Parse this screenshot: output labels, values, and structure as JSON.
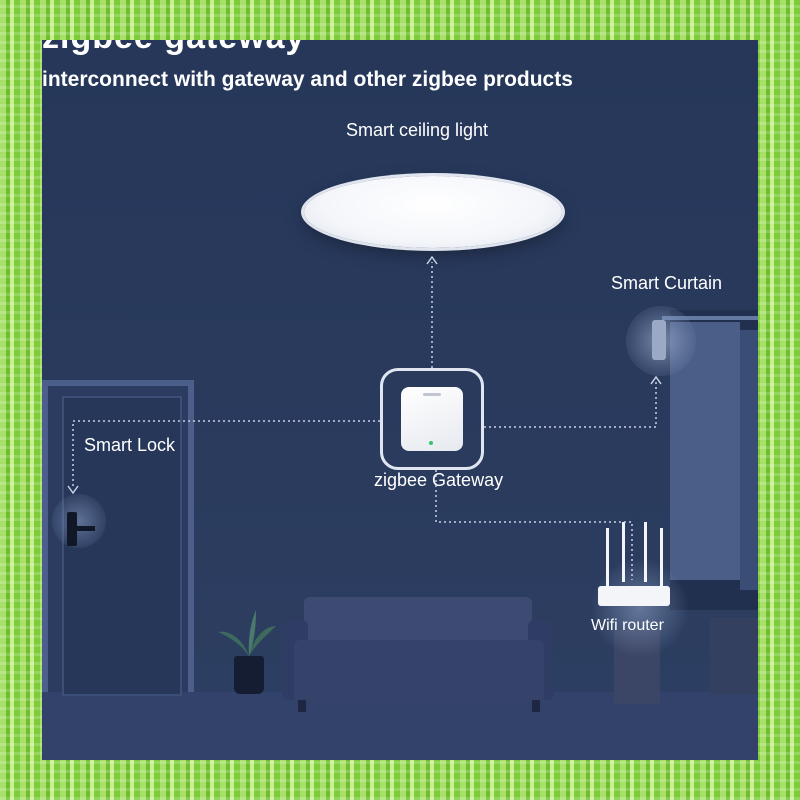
{
  "header": {
    "title": "zigbee gateway",
    "subtitle": "interconnect with gateway and other zigbee products"
  },
  "devices": {
    "ceiling_light": "Smart ceiling light",
    "curtain": "Smart Curtain",
    "lock": "Smart Lock",
    "gateway": "zigbee Gateway",
    "router": "Wifi router"
  },
  "colors": {
    "background": "#26375a",
    "border": "#8fd14a",
    "link": "#c8d2e6"
  }
}
